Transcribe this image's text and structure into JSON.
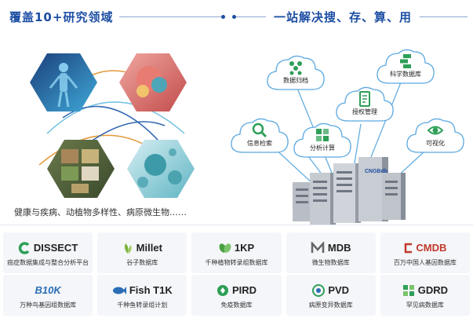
{
  "left_heading": {
    "title": "覆盖10+研究领域"
  },
  "right_heading": {
    "title": "一站解决搜、存、算、用"
  },
  "health_text": "健康与疾病、动植物多样性、病原微生物……",
  "clouds": [
    {
      "label": "数据归档",
      "icon": "network-icon",
      "color": "#2e9f57"
    },
    {
      "label": "科学数据库",
      "icon": "database-grid-icon",
      "color": "#2e9f57"
    },
    {
      "label": "授权管理",
      "icon": "document-icon",
      "color": "#2e9f57"
    },
    {
      "label": "信息检索",
      "icon": "search-icon",
      "color": "#2e9f57"
    },
    {
      "label": "分析计算",
      "icon": "calculator-icon",
      "color": "#2e9f57"
    },
    {
      "label": "可视化",
      "icon": "eye-icon",
      "color": "#2e9f57"
    }
  ],
  "server_brand": "CNGBdb",
  "databases": [
    {
      "name": "DISSECT",
      "desc": "癌症数据集成与整合分析平台",
      "logo_color": "#2e9f57"
    },
    {
      "name": "Millet",
      "desc": "谷子数据库",
      "logo_color": "#7bb23a"
    },
    {
      "name": "1KP",
      "desc": "千种植物转录组数据库",
      "logo_color": "#4aa040"
    },
    {
      "name": "MDB",
      "desc": "微生物数据库",
      "logo_color": "#666666"
    },
    {
      "name": "CMDB",
      "desc": "百万中国人基因数据库",
      "logo_color": "#c0392b"
    },
    {
      "name": "B10K",
      "desc": "万种鸟基因组数据库",
      "logo_color": "#2a6db5"
    },
    {
      "name": "Fish T1K",
      "desc": "千种鱼转录组计划",
      "logo_color": "#2a6db5"
    },
    {
      "name": "PIRD",
      "desc": "免疫数据库",
      "logo_color": "#2e9f57"
    },
    {
      "name": "PVD",
      "desc": "病原变异数据库",
      "logo_color": "#2e9f57"
    },
    {
      "name": "GDRD",
      "desc": "罕见病数据库",
      "logo_color": "#2e9f57"
    }
  ]
}
